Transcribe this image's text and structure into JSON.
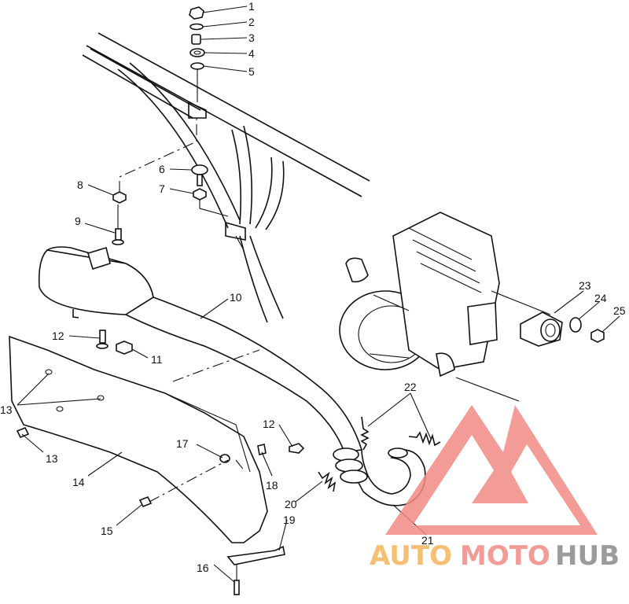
{
  "callouts": [
    {
      "id": "1",
      "text": "1"
    },
    {
      "id": "2",
      "text": "2"
    },
    {
      "id": "3",
      "text": "3"
    },
    {
      "id": "4",
      "text": "4"
    },
    {
      "id": "5",
      "text": "5"
    },
    {
      "id": "6",
      "text": "6"
    },
    {
      "id": "7",
      "text": "7"
    },
    {
      "id": "8",
      "text": "8"
    },
    {
      "id": "9",
      "text": "9"
    },
    {
      "id": "10",
      "text": "10"
    },
    {
      "id": "11",
      "text": "11"
    },
    {
      "id": "12a",
      "text": "12"
    },
    {
      "id": "12b",
      "text": "12"
    },
    {
      "id": "13a",
      "text": "13"
    },
    {
      "id": "13b",
      "text": "13"
    },
    {
      "id": "14",
      "text": "14"
    },
    {
      "id": "15",
      "text": "15"
    },
    {
      "id": "16",
      "text": "16"
    },
    {
      "id": "17",
      "text": "17"
    },
    {
      "id": "18",
      "text": "18"
    },
    {
      "id": "19",
      "text": "19"
    },
    {
      "id": "20",
      "text": "20"
    },
    {
      "id": "21",
      "text": "21"
    },
    {
      "id": "22",
      "text": "22"
    },
    {
      "id": "23",
      "text": "23"
    },
    {
      "id": "24",
      "text": "24"
    },
    {
      "id": "25",
      "text": "25"
    }
  ],
  "watermark": {
    "part1": "AUTO",
    "part2": "MOTO",
    "part3": "HUB",
    "color_orange": "#f5b55a",
    "color_red": "#f08a85",
    "color_gray": "#8a8a8a"
  }
}
